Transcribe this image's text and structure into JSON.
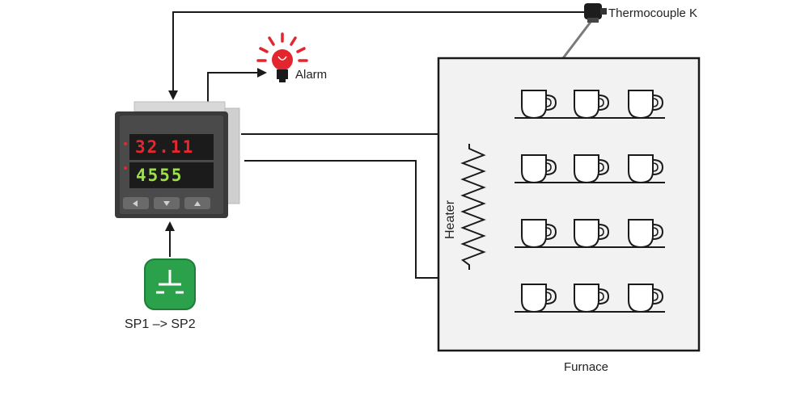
{
  "labels": {
    "thermocouple": "Thermocouple K",
    "alarm": "Alarm",
    "setpoint_switch": "SP1 –> SP2",
    "furnace": "Furnace",
    "heater": "Heater"
  },
  "controller": {
    "display_top": "32.11",
    "display_bottom": "4555"
  },
  "colors": {
    "wire": "#1a1a1a",
    "furnace_fill": "#f2f2f2",
    "alarm_bulb": "#e3262d",
    "switch_green": "#2aa14a",
    "display_top": "#e8262e",
    "display_bottom": "#9ee04a"
  },
  "icons": [
    "thermocouple-probe-icon",
    "alarm-bulb-icon",
    "push-button-icon",
    "cup-icon",
    "heater-coil-icon"
  ]
}
